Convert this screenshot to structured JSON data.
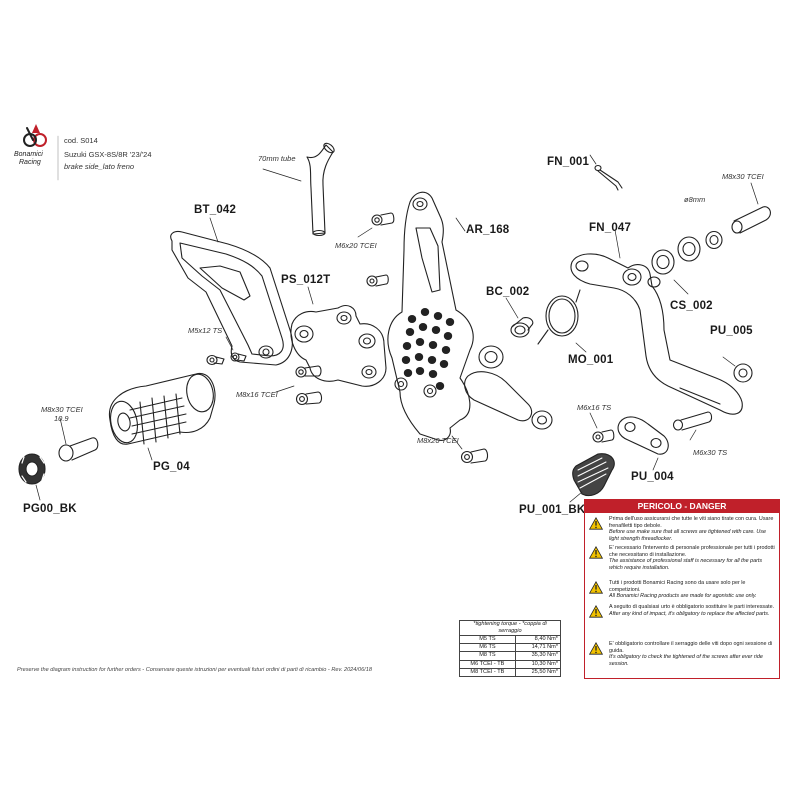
{
  "brand": {
    "name": "Bonamici Racing",
    "logo_line1": "Bonamici",
    "logo_line2": "Racing",
    "color": "#c0202a"
  },
  "header": {
    "code": "cod. S014",
    "model": "Suzuki GSX-8S/8R '23/'24",
    "side": "brake side_lato freno"
  },
  "parts": {
    "bt_042": "BT_042",
    "ps_012t": "PS_012T",
    "ar_168": "AR_168",
    "fn_001": "FN_001",
    "fn_047": "FN_047",
    "bc_002": "BC_002",
    "cs_002": "CS_002",
    "mo_001": "MO_001",
    "pu_005": "PU_005",
    "pu_004": "PU_004",
    "pu_001_bk": "PU_001_BK",
    "pg_04": "PG_04",
    "pg00_bk": "PG00_BK"
  },
  "annotations": {
    "tube": "70mm tube",
    "m6x20_tcei": "M6x20 TCEI",
    "m5x12_ts": "M5x12 TS",
    "m8x16_tcei": "M8x16 TCEI",
    "m8x30_tcei_left": "M8x30 TCEI",
    "grade": "10.9",
    "m8x20_tcei": "M8x20 TCEI",
    "m6x16_ts": "M6x16 TS",
    "m6x30_ts": "M6x30 TS",
    "d8mm": "ø8mm",
    "m8x30_tcei_right": "M8x30 TCEI"
  },
  "torque_table": {
    "header": "*tightening torque - *coppia di serraggio",
    "rows": [
      {
        "name": "M5 TS",
        "value": "8,40 Nm*"
      },
      {
        "name": "M6 TS",
        "value": "14,71 Nm*"
      },
      {
        "name": "M8 TS",
        "value": "35,30 Nm*"
      },
      {
        "name": "M6 TCEI - TB",
        "value": "10,30 Nm*"
      },
      {
        "name": "M8 TCEI - TB",
        "value": "25,50 Nm*"
      }
    ]
  },
  "danger_box": {
    "title": "PERICOLO - DANGER",
    "items": [
      {
        "it": "Prima dell'uso assicurarsi che tutte le viti siano tirate con cura. Usare frenafiletti tipo debole.",
        "en": "Before use make sure that all screws are tightened with care. Use light strength threadlocker."
      },
      {
        "it": "E' necessario l'intervento di personale professionale per tutti i prodotti che necessitano di installazione.",
        "en": "The assistance of professional staff is necessary for all the parts which require installation."
      },
      {
        "it": "Tutti i prodotti Bonamici Racing sono da usare solo per le competizioni.",
        "en": "All Bonamici Racing products are made for agonistic use only."
      },
      {
        "it": "A seguito di qualsiasi urto è obbligatorio sostituire le parti interessate.",
        "en": "After any kind of impact, it's obligatory to replace the affected parts."
      },
      {
        "it": "E' obbligatorio controllare il serraggio delle viti dopo ogni sessione di guida.",
        "en": "It's obligatory to check the tightened of the screws after ever ride session."
      }
    ]
  },
  "footer": "Preserve the diagram instruction for further orders - Conservare queste istruzioni per eventuali futuri ordini di parti di ricambio - Rev. 2024/06/18"
}
